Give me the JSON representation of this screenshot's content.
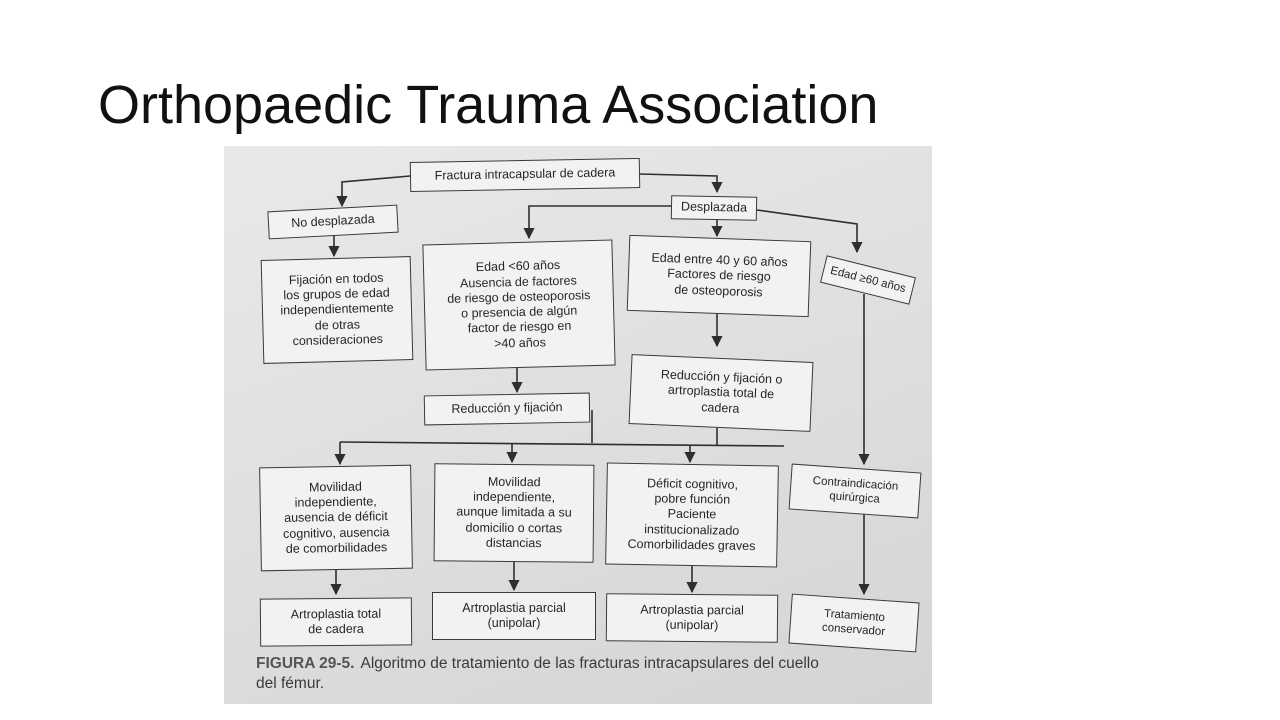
{
  "slide": {
    "title": "Orthopaedic Trauma Association"
  },
  "colors": {
    "paper": "#e4e4e5",
    "ink": "#2a2a2a",
    "title": "#111111"
  },
  "flowchart": {
    "root": "Fractura intracapsular de cadera",
    "non_displaced": "No desplazada",
    "non_displaced_treatment": "Fijación en todos\nlos grupos de edad\nindependientemente\nde otras\nconsideraciones",
    "displaced": "Desplazada",
    "age_under_60": "Edad <60 años\nAusencia de factores\nde riesgo de osteoporosis\no presencia de algún\nfactor de riesgo en\n>40 años",
    "reduction_fixation": "Reducción y fijación",
    "age_40_60": "Edad entre 40 y 60 años\nFactores de riesgo\nde osteoporosis",
    "reduction_or_arthroplasty": "Reducción y fijación o\nartroplastia total de\ncadera",
    "age_over_60": "Edad ≥60 años",
    "mobility_independent": "Movilidad\nindependiente,\nausencia de déficit\ncognitivo, ausencia\nde comorbilidades",
    "mobility_limited": "Movilidad\nindependiente,\naunque limitada a su\ndomicilio o cortas\ndistancias",
    "cognitive_deficit": "Déficit cognitivo,\npobre función\nPaciente\ninstitucionalizado\nComorbilidades graves",
    "surgical_contraindication": "Contraindicación\nquirúrgica",
    "total_hip_arthroplasty": "Artroplastia total\nde cadera",
    "partial_arthroplasty_1": "Artroplastia parcial\n(unipolar)",
    "partial_arthroplasty_2": "Artroplastia parcial\n(unipolar)",
    "conservative_treatment": "Tratamiento\nconservador"
  },
  "caption": {
    "label": "FIGURA 29-5.",
    "text": "Algoritmo de tratamiento de las fracturas intracapsulares del cuello\ndel fémur."
  }
}
